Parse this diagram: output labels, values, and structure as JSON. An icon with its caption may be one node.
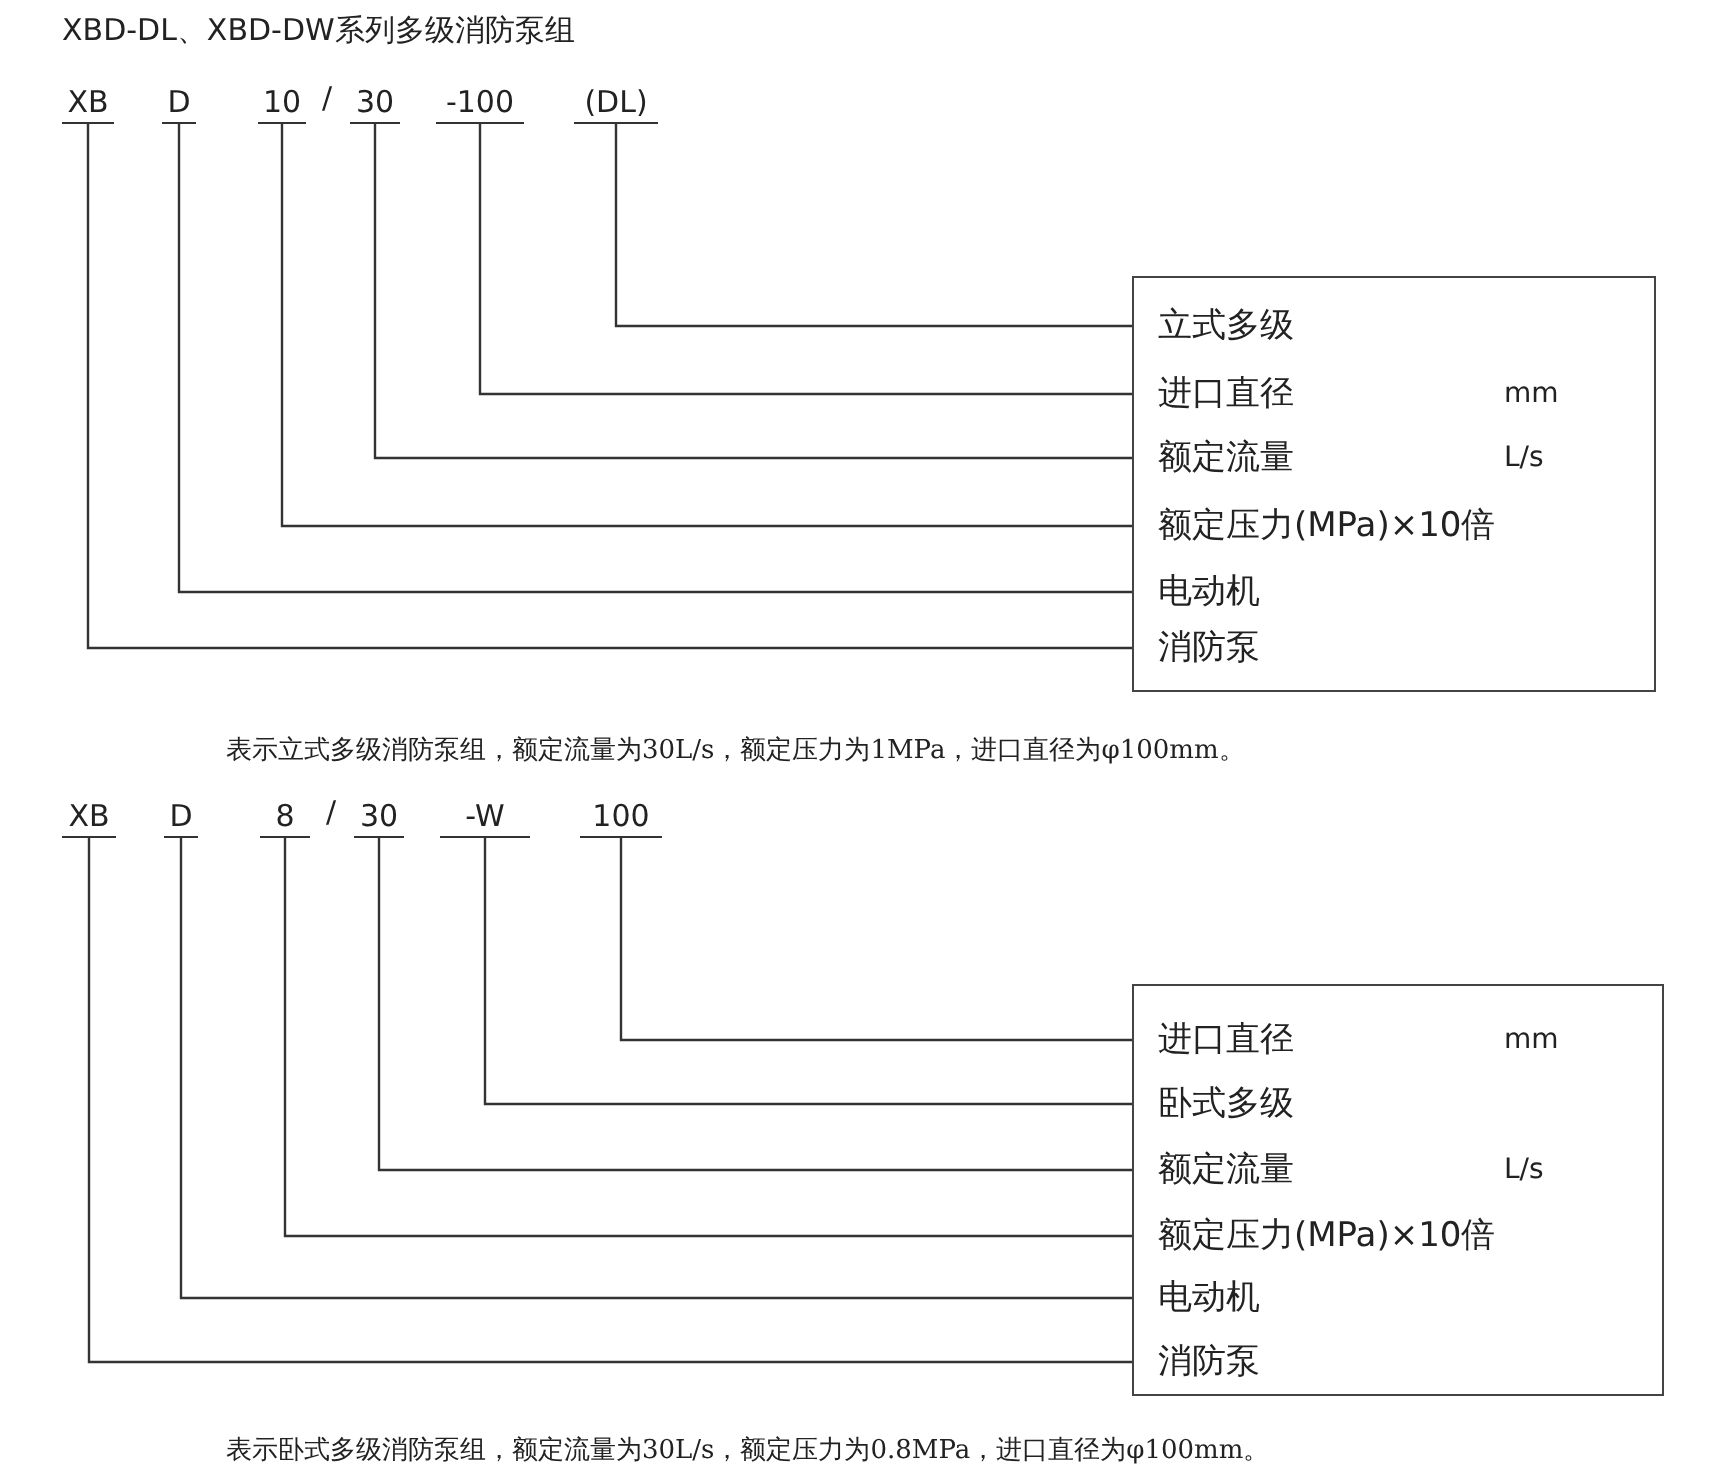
{
  "diagram": {
    "title": "XBD-DL、XBD-DW系列多级消防泵组",
    "nodes": [
      {
        "text": [
          "XB"
        ]
      },
      {
        "text": [
          "D"
        ]
      },
      {
        "text": [
          "10"
        ]
      },
      {
        "text": [
          "30"
        ]
      },
      {
        "text": [
          "-100"
        ]
      },
      {
        "text": [
          "(DL)"
        ]
      },
      {
        "text": [],
        "shape": "box"
      },
      {
        "text": [
          "立式多级"
        ],
        "in": 6
      },
      {
        "text": [
          "进口直径"
        ],
        "in": 6,
        "beside": [
          "mm"
        ]
      },
      {
        "text": [
          "额定流量"
        ],
        "in": 6,
        "beside": [
          "L/s"
        ]
      },
      {
        "text": [
          "额定压力(MPa)×10倍"
        ],
        "in": 6
      },
      {
        "text": [
          "电动机"
        ],
        "in": 6
      },
      {
        "text": [
          "消防泵"
        ],
        "in": 6
      },
      {
        "text": [
          "XB"
        ]
      },
      {
        "text": [
          "D"
        ]
      },
      {
        "text": [
          "8"
        ]
      },
      {
        "text": [
          "30"
        ]
      },
      {
        "text": [
          "-W"
        ]
      },
      {
        "text": [
          "100"
        ]
      },
      {
        "text": [],
        "shape": "box"
      },
      {
        "text": [
          "进口直径"
        ],
        "in": 19,
        "beside": [
          "mm"
        ]
      },
      {
        "text": [
          "卧式多级"
        ],
        "in": 19
      },
      {
        "text": [
          "额定流量"
        ],
        "in": 19,
        "beside": [
          "L/s"
        ]
      },
      {
        "text": [
          "额定压力(MPa)×10倍"
        ],
        "in": 19
      },
      {
        "text": [
          "电动机"
        ],
        "in": 19
      },
      {
        "text": [
          "消防泵"
        ],
        "in": 19
      }
    ],
    "edges": [
      {
        "from": 5,
        "to": 7,
        "arrow": "none"
      },
      {
        "from": 4,
        "to": 8,
        "arrow": "none"
      },
      {
        "from": 3,
        "to": 9,
        "arrow": "none"
      },
      {
        "from": 2,
        "to": 10,
        "arrow": "none"
      },
      {
        "from": 1,
        "to": 11,
        "arrow": "none"
      },
      {
        "from": 0,
        "to": 12,
        "arrow": "none"
      },
      {
        "from": 18,
        "to": 20,
        "arrow": "none"
      },
      {
        "from": 17,
        "to": 21,
        "arrow": "none"
      },
      {
        "from": 16,
        "to": 22,
        "arrow": "none"
      },
      {
        "from": 15,
        "to": 23,
        "arrow": "none"
      },
      {
        "from": 14,
        "to": 24,
        "arrow": "none"
      },
      {
        "from": 13,
        "to": 25,
        "arrow": "none"
      }
    ],
    "labels": [
      "/",
      "表示立式多级消防泵组，额定流量为30L/s，额定压力为1MPa，进口直径为φ100mm。",
      "/",
      "表示卧式多级消防泵组，额定流量为30L/s，额定压力为0.8MPa，进口直径为φ100mm。"
    ]
  }
}
